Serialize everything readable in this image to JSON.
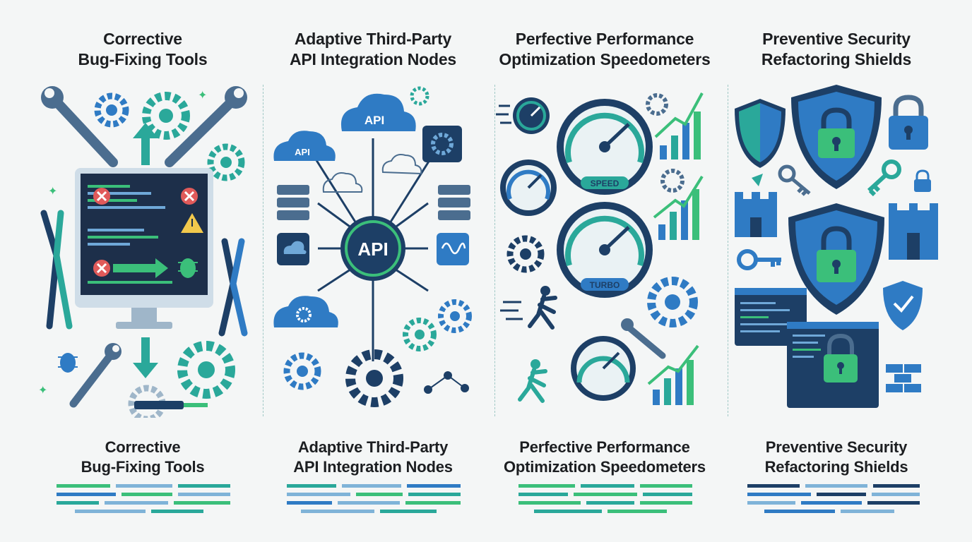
{
  "columns": [
    {
      "title_line1": "Corrective",
      "title_line2": "Bug-Fixing Tools"
    },
    {
      "title_line1": "Adaptive Third-Party",
      "title_line2": "API Integration Nodes"
    },
    {
      "title_line1": "Perfective Performance",
      "title_line2": "Optimization Speedometers"
    },
    {
      "title_line1": "Preventive Security",
      "title_line2": "Refactoring Shields"
    }
  ],
  "api": {
    "cloud_label": "API",
    "hub_label": "API",
    "small_cloud_label": "API"
  },
  "speed": {
    "gauge1_label": "SPEED",
    "gauge2_label": "TURBO"
  },
  "colors": {
    "navy": "#1d3f66",
    "blue": "#2f7bc4",
    "teal": "#2aa89a",
    "green": "#3bbf7a",
    "dark": "#1c1e21"
  }
}
